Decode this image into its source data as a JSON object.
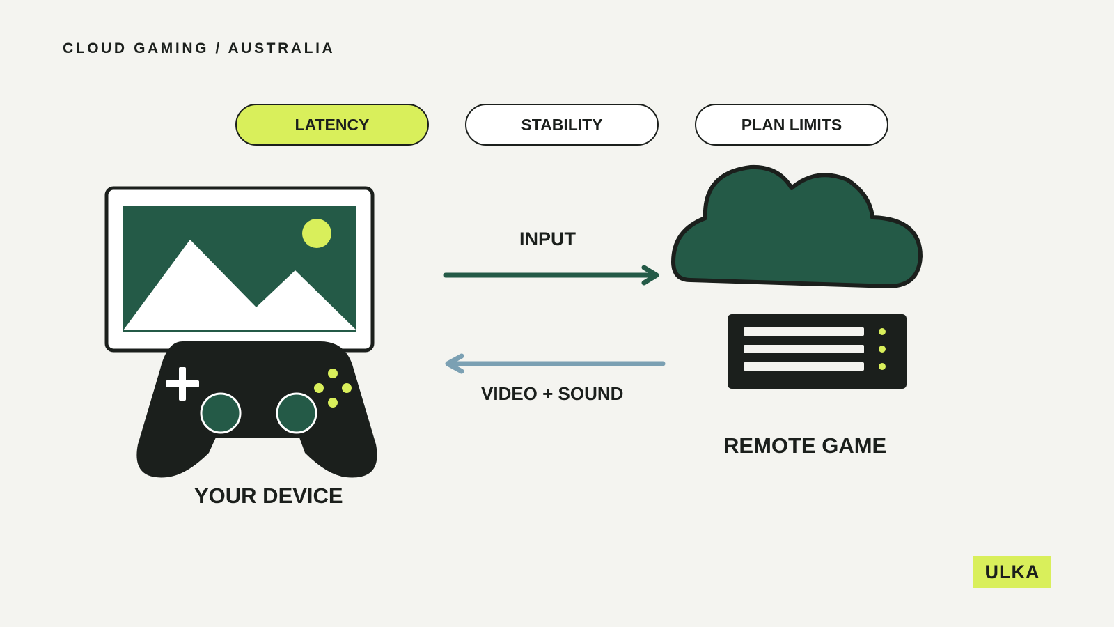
{
  "header": {
    "eyebrow": "CLOUD GAMING / AUSTRALIA"
  },
  "tabs": [
    {
      "label": "LATENCY",
      "active": true
    },
    {
      "label": "STABILITY",
      "active": false
    },
    {
      "label": "PLAN LIMITS",
      "active": false
    }
  ],
  "diagram": {
    "input_label": "INPUT",
    "output_label": "VIDEO + SOUND",
    "remote_label": "REMOTE GAME",
    "device_label": "YOUR DEVICE"
  },
  "brand": {
    "name": "ULKA"
  },
  "colors": {
    "background": "#f4f4f0",
    "accent": "#d9ef5b",
    "dark_green": "#245a47",
    "ink": "#1b1f1c",
    "return_arrow": "#7ba0b3"
  }
}
